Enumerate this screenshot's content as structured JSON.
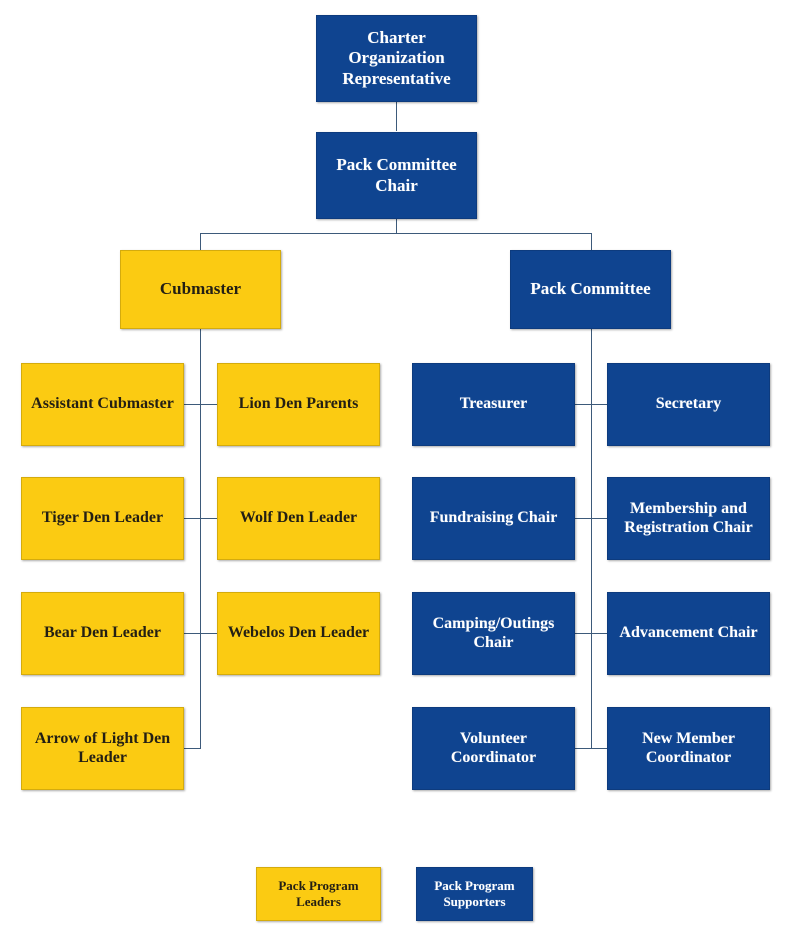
{
  "chart_data": {
    "type": "diagram",
    "title": "Cub Scout Pack Organization Chart",
    "orientation": "top-down hierarchy",
    "colors": {
      "leader_fill": "#FBCB12",
      "leader_text": "#231F14",
      "supporter_fill": "#0F4490",
      "supporter_text": "#FFFFFF",
      "connector": "#3D5A7A",
      "background": "#FFFFFF"
    },
    "nodes": [
      {
        "id": "charter-organization-representative",
        "label": "Charter Organization Representative",
        "color": "blue",
        "level": 0
      },
      {
        "id": "pack-committee-chair",
        "label": "Pack Committee Chair",
        "color": "blue",
        "level": 1
      },
      {
        "id": "cubmaster",
        "label": "Cubmaster",
        "color": "yellow",
        "level": 2
      },
      {
        "id": "pack-committee",
        "label": "Pack Committee",
        "color": "blue",
        "level": 2
      },
      {
        "id": "assistant-cubmaster",
        "label": "Assistant Cubmaster",
        "color": "yellow",
        "level": 3
      },
      {
        "id": "lion-den-parents",
        "label": "Lion Den Parents",
        "color": "yellow",
        "level": 3
      },
      {
        "id": "tiger-den-leader",
        "label": "Tiger Den Leader",
        "color": "yellow",
        "level": 3
      },
      {
        "id": "wolf-den-leader",
        "label": "Wolf Den Leader",
        "color": "yellow",
        "level": 3
      },
      {
        "id": "bear-den-leader",
        "label": "Bear Den Leader",
        "color": "yellow",
        "level": 3
      },
      {
        "id": "webelos-den-leader",
        "label": "Webelos Den Leader",
        "color": "yellow",
        "level": 3
      },
      {
        "id": "arrow-of-light-den-leader",
        "label": "Arrow of Light Den Leader",
        "color": "yellow",
        "level": 3
      },
      {
        "id": "treasurer",
        "label": "Treasurer",
        "color": "blue",
        "level": 3
      },
      {
        "id": "secretary",
        "label": "Secretary",
        "color": "blue",
        "level": 3
      },
      {
        "id": "fundraising-chair",
        "label": "Fundraising Chair",
        "color": "blue",
        "level": 3
      },
      {
        "id": "membership-and-registration-chair",
        "label": "Membership and Registration Chair",
        "color": "blue",
        "level": 3
      },
      {
        "id": "camping-outings-chair",
        "label": "Camping/Outings Chair",
        "color": "blue",
        "level": 3
      },
      {
        "id": "advancement-chair",
        "label": "Advancement Chair",
        "color": "blue",
        "level": 3
      },
      {
        "id": "volunteer-coordinator",
        "label": "Volunteer Coordinator",
        "color": "blue",
        "level": 3
      },
      {
        "id": "new-member-coordinator",
        "label": "New Member Coordinator",
        "color": "blue",
        "level": 3
      }
    ],
    "edges": [
      {
        "from": "charter-organization-representative",
        "to": "pack-committee-chair"
      },
      {
        "from": "pack-committee-chair",
        "to": "cubmaster"
      },
      {
        "from": "pack-committee-chair",
        "to": "pack-committee"
      },
      {
        "from": "cubmaster",
        "to": "assistant-cubmaster"
      },
      {
        "from": "cubmaster",
        "to": "lion-den-parents"
      },
      {
        "from": "cubmaster",
        "to": "tiger-den-leader"
      },
      {
        "from": "cubmaster",
        "to": "wolf-den-leader"
      },
      {
        "from": "cubmaster",
        "to": "bear-den-leader"
      },
      {
        "from": "cubmaster",
        "to": "webelos-den-leader"
      },
      {
        "from": "cubmaster",
        "to": "arrow-of-light-den-leader"
      },
      {
        "from": "pack-committee",
        "to": "treasurer"
      },
      {
        "from": "pack-committee",
        "to": "secretary"
      },
      {
        "from": "pack-committee",
        "to": "fundraising-chair"
      },
      {
        "from": "pack-committee",
        "to": "membership-and-registration-chair"
      },
      {
        "from": "pack-committee",
        "to": "camping-outings-chair"
      },
      {
        "from": "pack-committee",
        "to": "advancement-chair"
      },
      {
        "from": "pack-committee",
        "to": "volunteer-coordinator"
      },
      {
        "from": "pack-committee",
        "to": "new-member-coordinator"
      }
    ]
  },
  "nodes": {
    "charter_org_rep": "Charter Organization Representative",
    "pack_committee_chair": "Pack Committee Chair",
    "cubmaster": "Cubmaster",
    "pack_committee": "Pack Committee",
    "assistant_cubmaster": "Assistant Cubmaster",
    "lion_den_parents": "Lion Den Parents",
    "tiger_den_leader": "Tiger Den Leader",
    "wolf_den_leader": "Wolf Den Leader",
    "bear_den_leader": "Bear Den Leader",
    "webelos_den_leader": "Webelos Den Leader",
    "arrow_of_light_den_leader": "Arrow of Light Den Leader",
    "treasurer": "Treasurer",
    "secretary": "Secretary",
    "fundraising_chair": "Fundraising Chair",
    "membership_registration_chair": "Membership and Registration Chair",
    "camping_outings_chair": "Camping/Outings Chair",
    "advancement_chair": "Advancement Chair",
    "volunteer_coordinator": "Volunteer Coordinator",
    "new_member_coordinator": "New Member Coordinator"
  },
  "legend": {
    "leaders": "Pack Program Leaders",
    "supporters": "Pack Program Supporters"
  }
}
